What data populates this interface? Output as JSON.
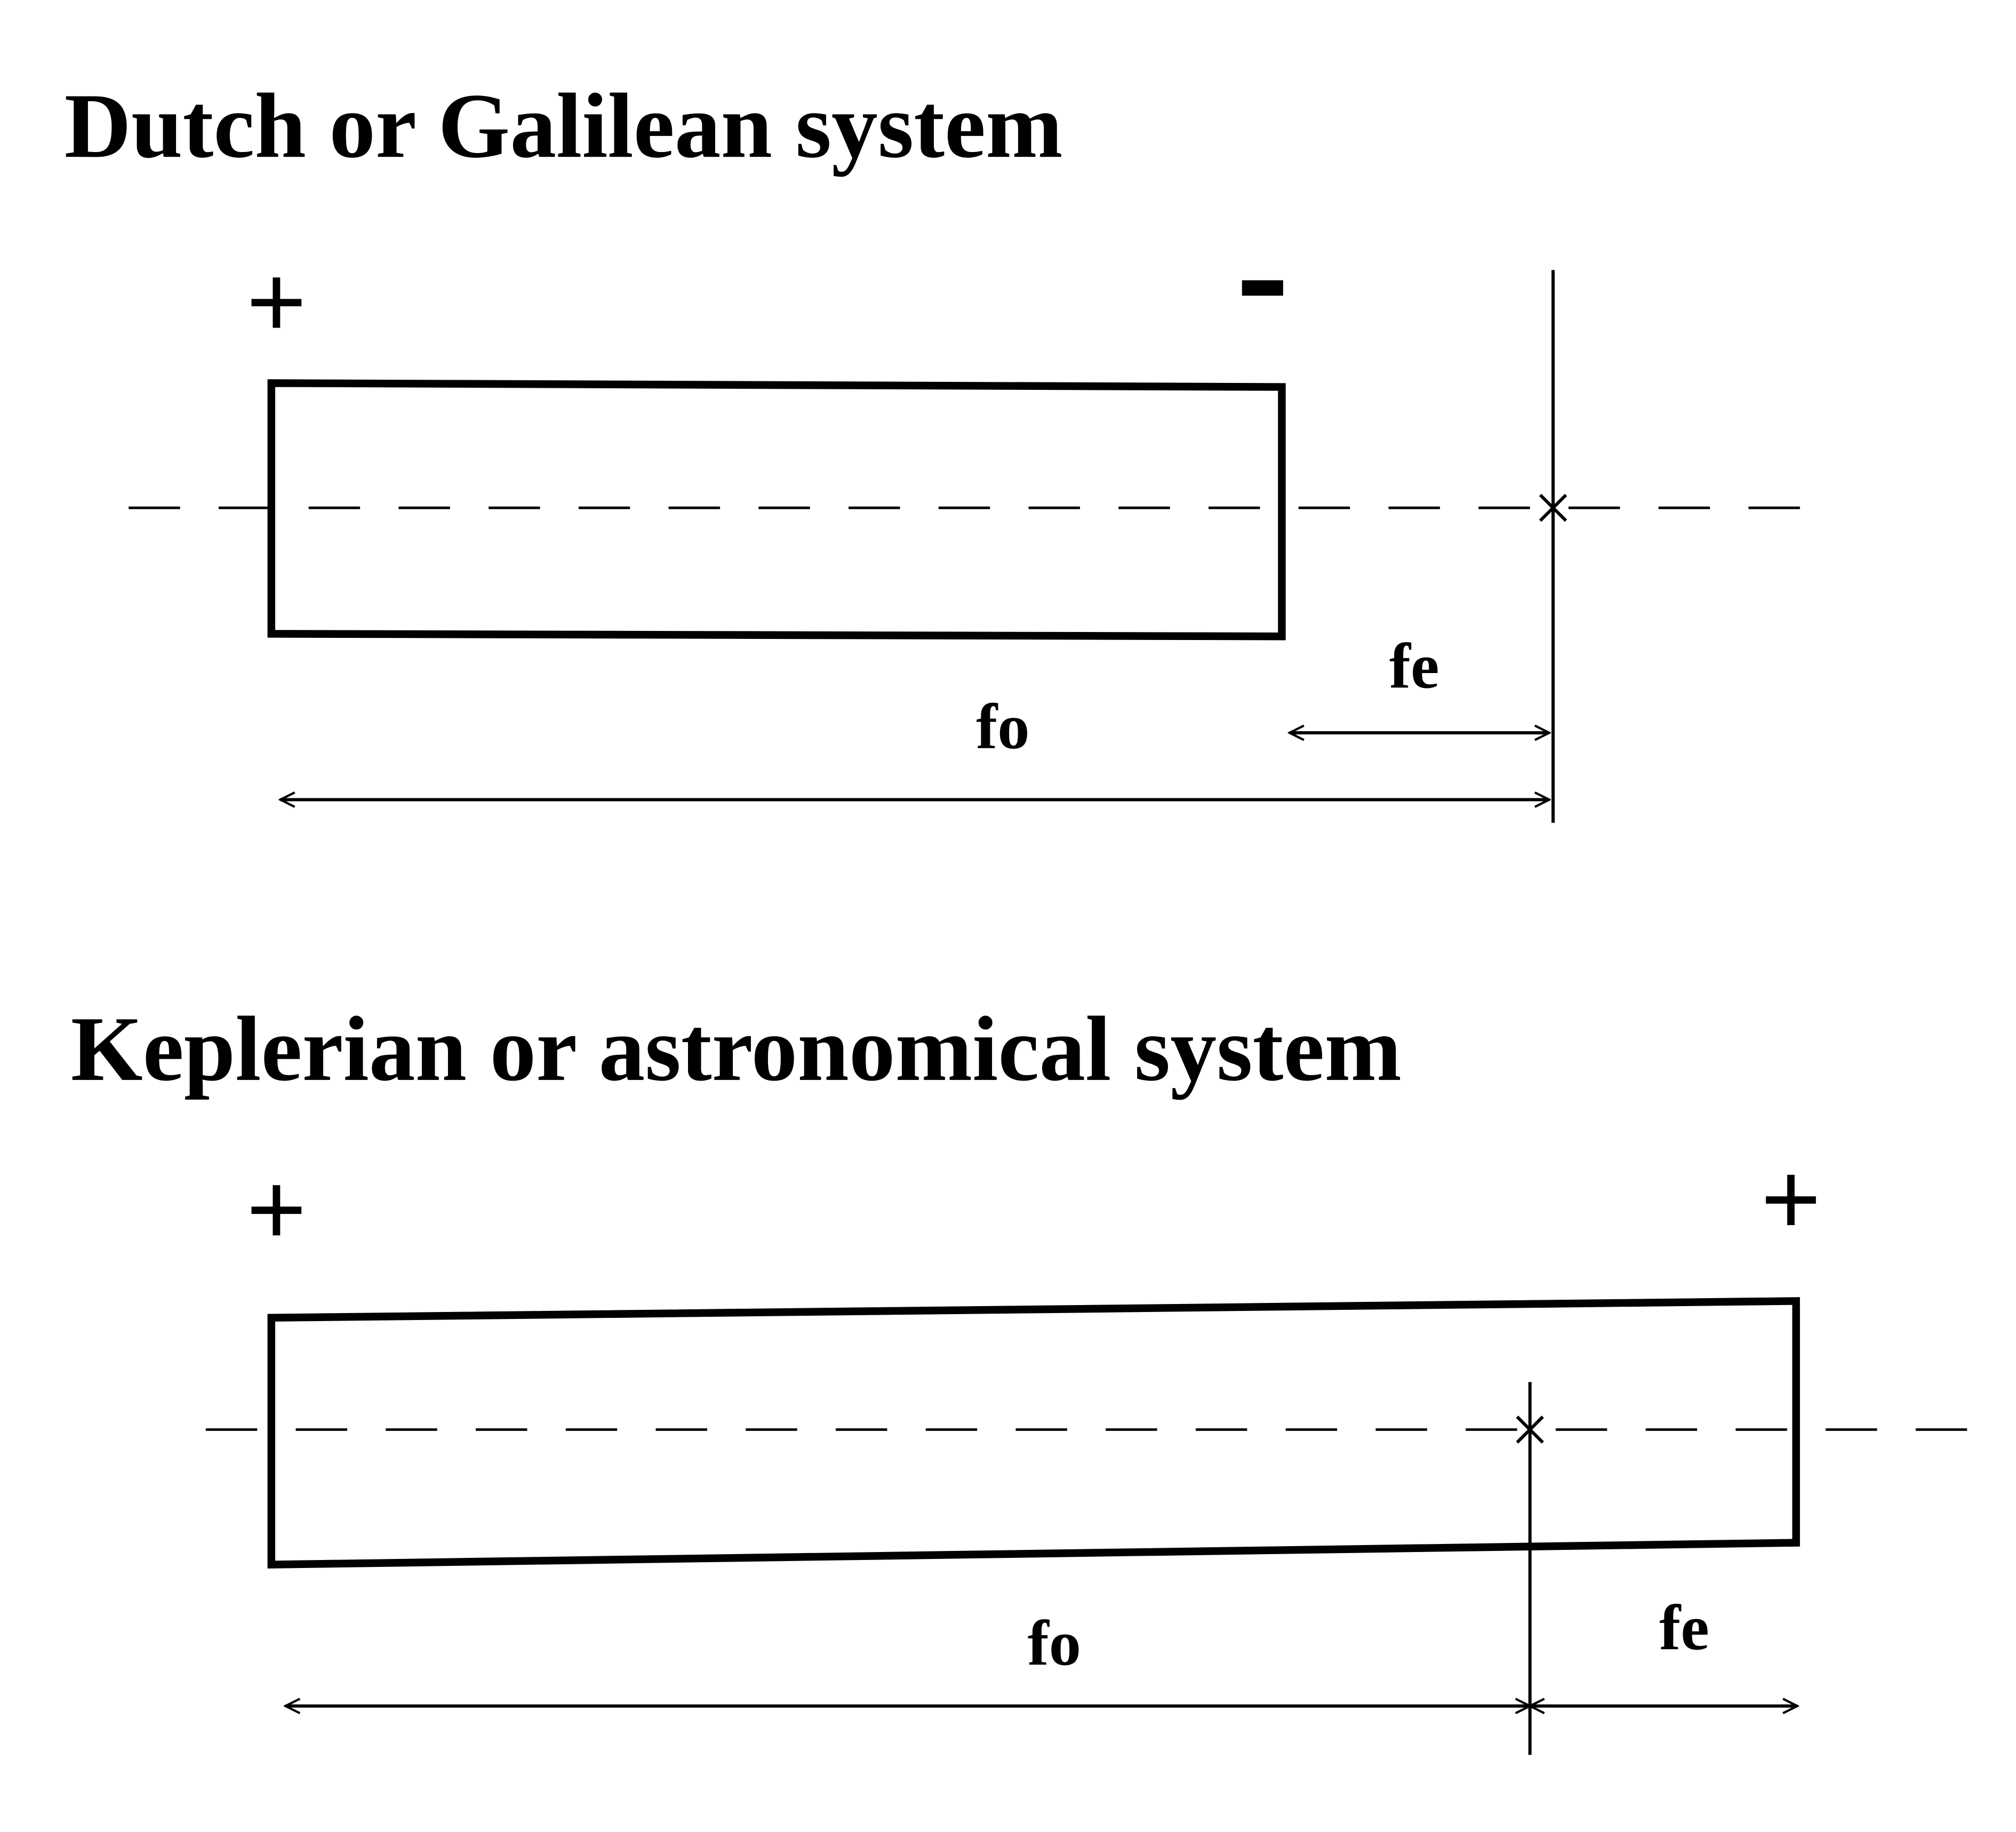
{
  "diagrams": [
    {
      "title": "Dutch or Galilean system",
      "objective_sign": "+",
      "eyepiece_sign": "-",
      "objective_focal_label": "fo",
      "eyepiece_focal_label": "fe"
    },
    {
      "title": "Keplerian or astronomical system",
      "objective_sign": "+",
      "eyepiece_sign": "+",
      "objective_focal_label": "fo",
      "eyepiece_focal_label": "fe"
    }
  ],
  "colors": {
    "ink": "#000000",
    "background": "#ffffff"
  }
}
